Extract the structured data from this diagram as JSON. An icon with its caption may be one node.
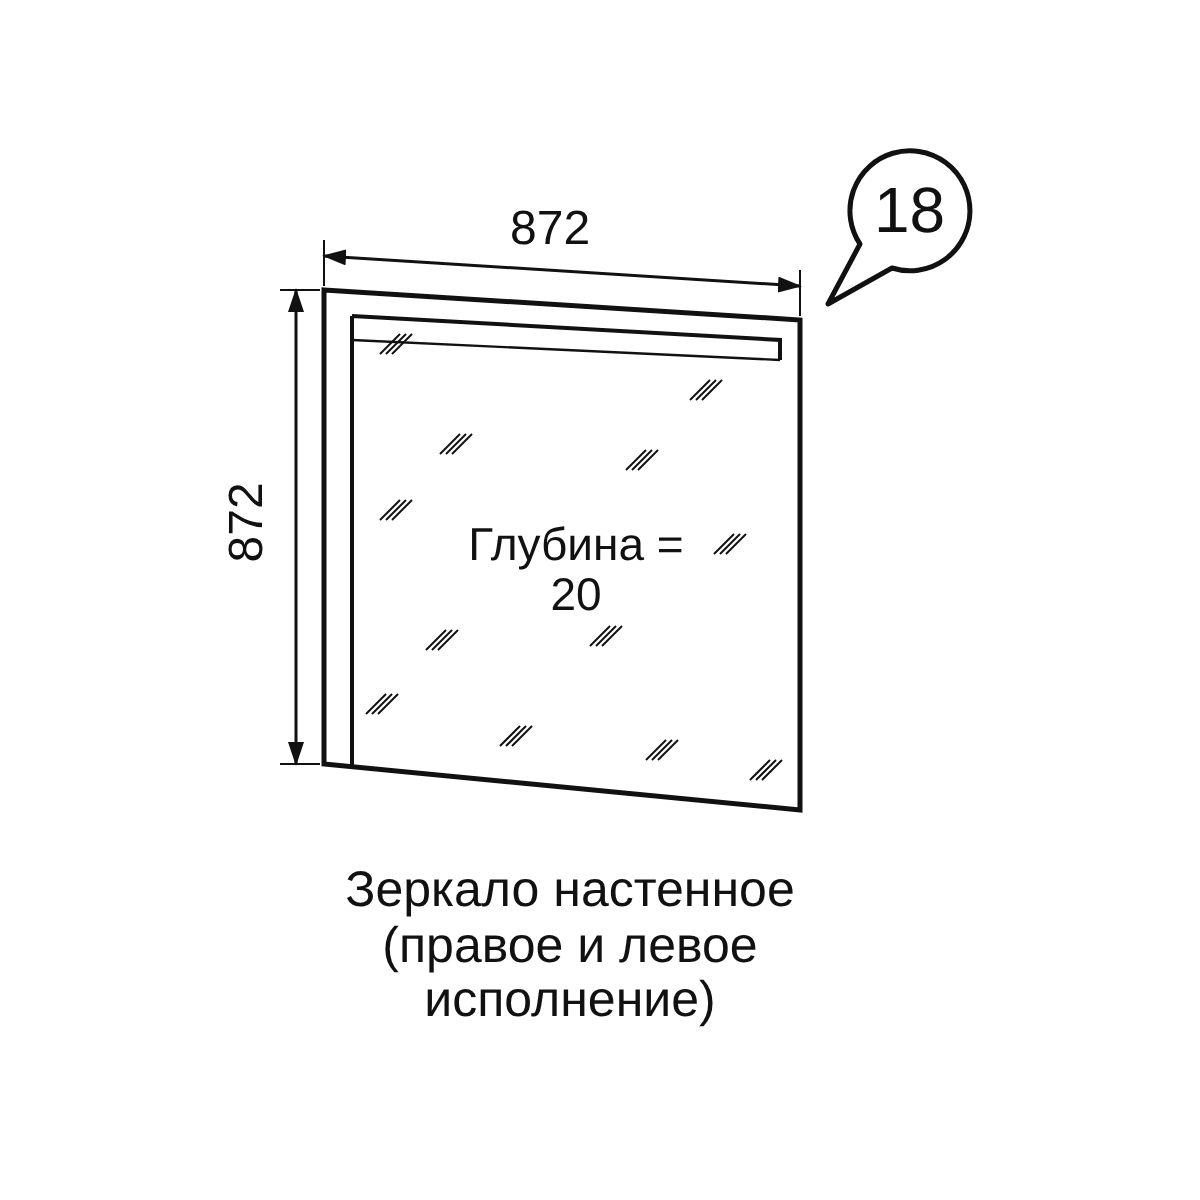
{
  "diagram": {
    "caption": "Зеркало настенное (правое и левое исполнение)",
    "labels": [
      "872",
      "18",
      "872",
      "Глубина = 20"
    ]
  }
}
